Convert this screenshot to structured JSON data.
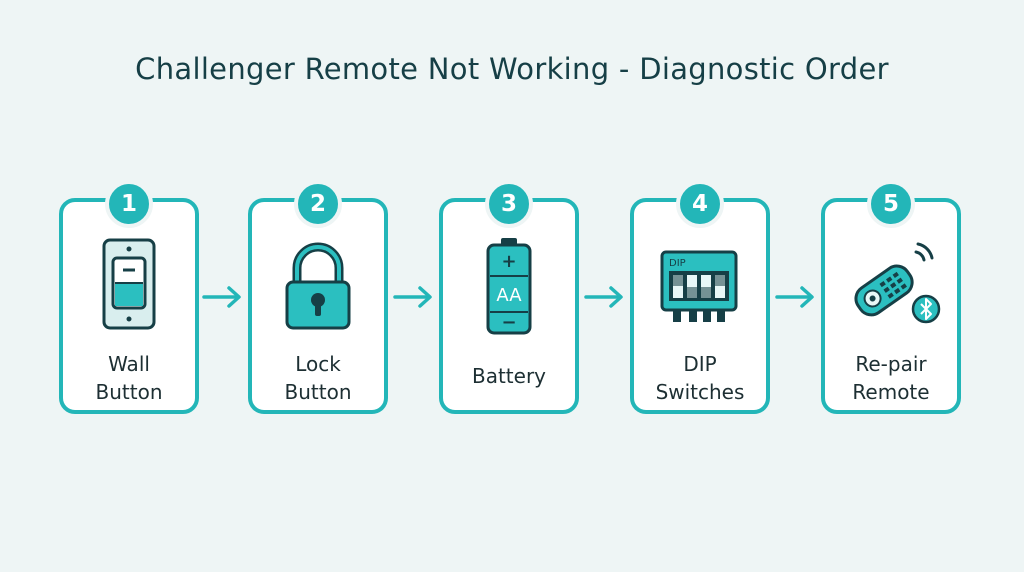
{
  "title": "Challenger Remote Not Working - Diagnostic Order",
  "steps": [
    {
      "number": "1",
      "line1": "Wall",
      "line2": "Button",
      "icon": "wall-switch-icon"
    },
    {
      "number": "2",
      "line1": "Lock",
      "line2": "Button",
      "icon": "padlock-icon"
    },
    {
      "number": "3",
      "line1": "Battery",
      "line2": "",
      "icon": "battery-icon",
      "battery_text": "AA",
      "battery_plus": "+",
      "battery_minus": "−"
    },
    {
      "number": "4",
      "line1": "DIP",
      "line2": "Switches",
      "icon": "dip-switch-icon",
      "dip_text": "DIP"
    },
    {
      "number": "5",
      "line1": "Re-pair",
      "line2": "Remote",
      "icon": "remote-control-icon",
      "bluetooth_icon": "bluetooth-icon"
    }
  ],
  "colors": {
    "accent": "#23b6b8",
    "dark": "#163f46",
    "background": "#eef5f5",
    "icon_fill": "#2bbfc0"
  }
}
